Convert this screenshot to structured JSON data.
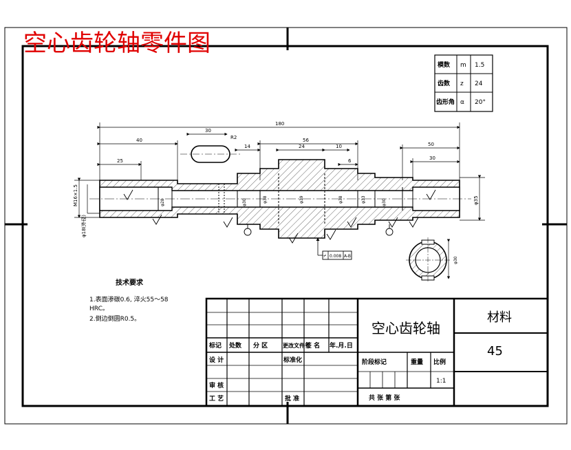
{
  "title": "空心齿轮轴零件图",
  "gear_params": [
    {
      "label": "模数",
      "symbol": "m",
      "value": "1.5"
    },
    {
      "label": "齿数",
      "symbol": "z",
      "value": "24"
    },
    {
      "label": "齿形角",
      "symbol": "α",
      "value": "20°"
    }
  ],
  "dims": {
    "overall": "180",
    "d1": "40",
    "d2": "25",
    "d3": "30",
    "d4": "56",
    "d5": "24",
    "d6": "10",
    "d7": "50",
    "d8": "30",
    "d9": "14",
    "d10": "6",
    "left_dia": "M16×1.5",
    "left_thread": "φ18(外径)",
    "right_dia": "φ35",
    "r": "R2"
  },
  "tech_req": {
    "heading": "技术要求",
    "line1": "1.表面渗碳0.6, 淬火55～58",
    "line1b": "HRC。",
    "line2": "2.倒边倒圆R0.5。"
  },
  "tolerance_frame": {
    "sym": "⌿",
    "val": "0.008",
    "ref": "A-B"
  },
  "title_block": {
    "part_name": "空心齿轮轴",
    "material_label": "材料",
    "material_value": "45",
    "h_mark": "标记",
    "h_count": "处数",
    "h_zone": "分 区",
    "h_doc": "更改文件号",
    "h_sign": "签 名",
    "h_date": "年.月.日",
    "design": "设 计",
    "standard": "标准化",
    "stage": "阶段标记",
    "weight": "重量",
    "scale_label": "比例",
    "scale_value": "1:1",
    "review": "审 核",
    "process": "工 艺",
    "approve": "批 准",
    "sheets": "共    张    第    张"
  }
}
